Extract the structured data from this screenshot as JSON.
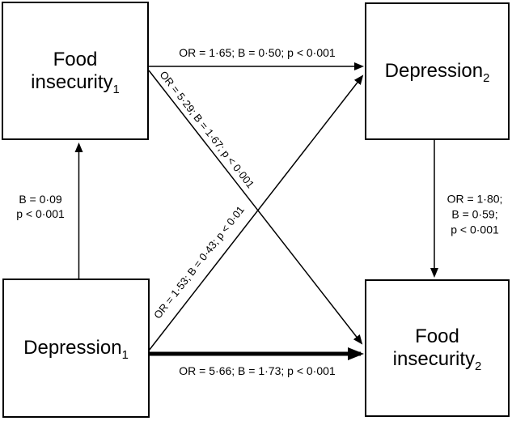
{
  "figure": {
    "boxes": {
      "fi1": {
        "line1": "Food",
        "line2": "insecurity",
        "sub": "1"
      },
      "dep2": {
        "label": "Depression",
        "sub": "2"
      },
      "dep1": {
        "label": "Depression",
        "sub": "1"
      },
      "fi2": {
        "line1": "Food",
        "line2": "insecurity",
        "sub": "2"
      }
    },
    "path_labels": {
      "fi1_to_dep2": "OR = 1·65; B = 0·50; p < 0·001",
      "fi1_to_fi2": "OR = 5·29; B = 1·67; p < 0·001",
      "dep1_to_dep2": "OR = 1·53; B = 0·43; p < 0·01",
      "dep1_to_fi2": "OR = 5·66; B = 1·73; p < 0·001",
      "dep1_to_fi1": {
        "line1": "B = 0·09",
        "line2": "p < 0·001"
      },
      "dep2_to_fi2": {
        "line1": "OR = 1·80;",
        "line2": "B = 0·59;",
        "line3": "p < 0·001"
      }
    },
    "colors": {
      "ink": "#000000",
      "background": "#ffffff",
      "box_fill": "#ffffff"
    }
  }
}
